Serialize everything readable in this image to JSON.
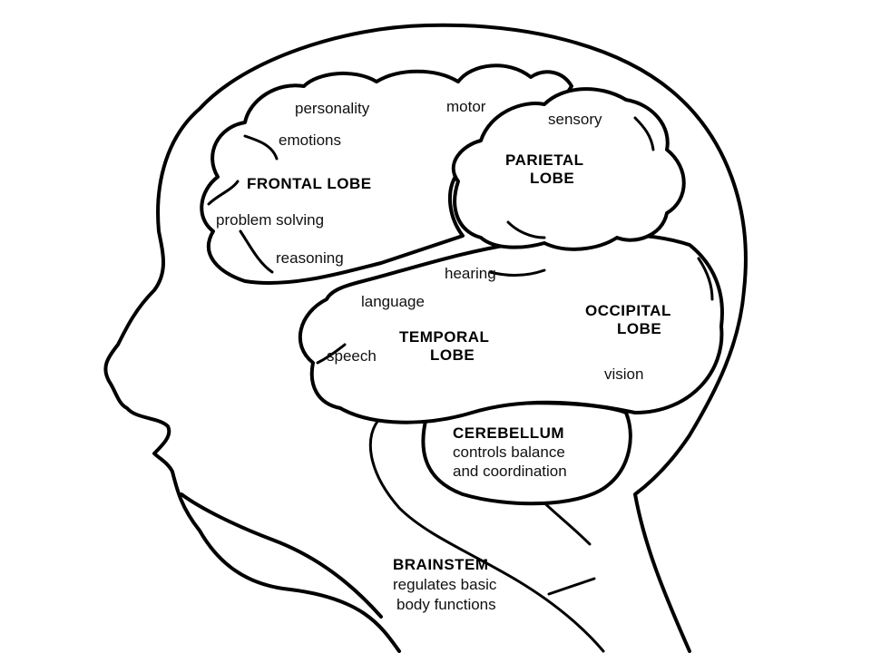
{
  "regions": {
    "frontal": {
      "name": "FRONTAL LOBE",
      "functions": [
        "personality",
        "emotions",
        "problem solving",
        "reasoning",
        "motor"
      ]
    },
    "parietal": {
      "name_line1": "PARIETAL",
      "name_line2": "LOBE",
      "functions": [
        "sensory"
      ]
    },
    "temporal": {
      "name_line1": "TEMPORAL",
      "name_line2": "LOBE",
      "functions": [
        "hearing",
        "language",
        "speech"
      ]
    },
    "occipital": {
      "name_line1": "OCCIPITAL",
      "name_line2": "LOBE",
      "functions": [
        "vision"
      ]
    },
    "cerebellum": {
      "name": "CEREBELLUM",
      "desc_line1": "controls balance",
      "desc_line2": "and coordination"
    },
    "brainstem": {
      "name": "BRAINSTEM",
      "desc_line1": "regulates basic",
      "desc_line2": "body functions"
    }
  }
}
